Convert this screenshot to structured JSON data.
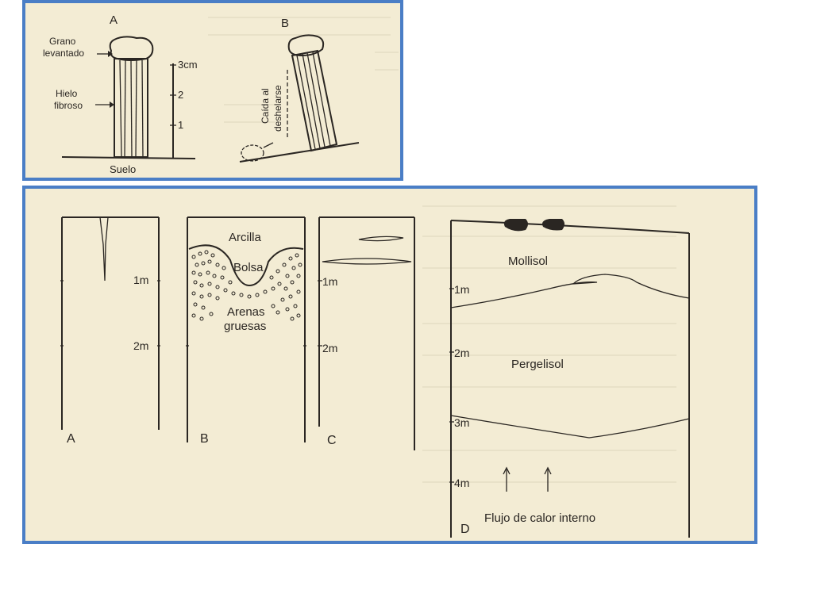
{
  "top_figure": {
    "panel_a": {
      "letter": "A",
      "grain_label_1": "Grano",
      "grain_label_2": "levantado",
      "ice_label_1": "Hielo",
      "ice_label_2": "fibroso",
      "soil_label": "Suelo",
      "scale_top": "3cm",
      "scale_mid": "2",
      "scale_low": "1"
    },
    "panel_b": {
      "letter": "B",
      "fall_label_1": "Caída al",
      "fall_label_2": "deshelarse"
    }
  },
  "bottom_figure": {
    "col_a": {
      "letter": "A",
      "depth_1": "1m",
      "depth_2": "2m"
    },
    "col_b": {
      "letter": "B",
      "clay_label": "Arcilla",
      "pocket_label": "Bolsa",
      "sand_label_1": "Arenas",
      "sand_label_2": "gruesas"
    },
    "col_c": {
      "letter": "C",
      "depth_1": "1m",
      "depth_2": "2m"
    },
    "col_d": {
      "letter": "D",
      "active_layer_label": "Mollisol",
      "permafrost_label": "Pergelisol",
      "depth_1": "1m",
      "depth_2": "2m",
      "depth_3": "3m",
      "depth_4": "4m",
      "heat_flow_label": "Flujo de calor interno"
    }
  },
  "colors": {
    "frame": "#4a7ec6",
    "paper": "#f3ecd4",
    "ink": "#2a2622"
  }
}
